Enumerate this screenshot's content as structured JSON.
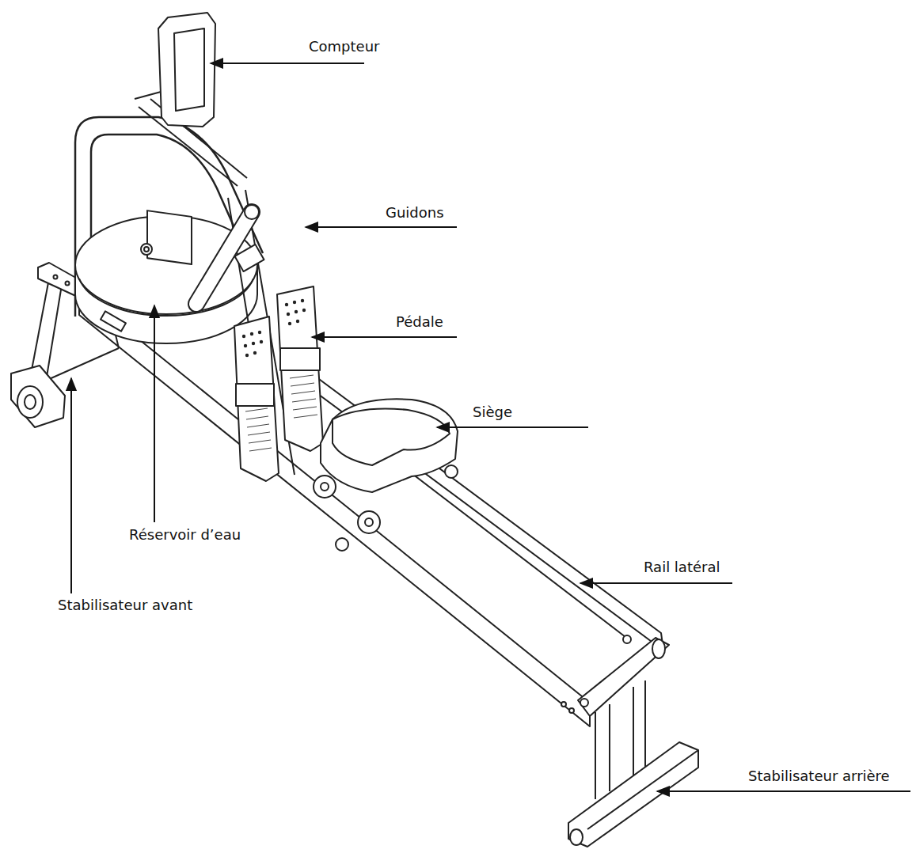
{
  "diagram": {
    "labels": [
      "Compteur",
      "Guidons",
      "Pédale",
      "Siège",
      "Réservoir d’eau",
      "Rail latéral",
      "Stabilisateur avant",
      "Stabilisateur arrière"
    ]
  }
}
